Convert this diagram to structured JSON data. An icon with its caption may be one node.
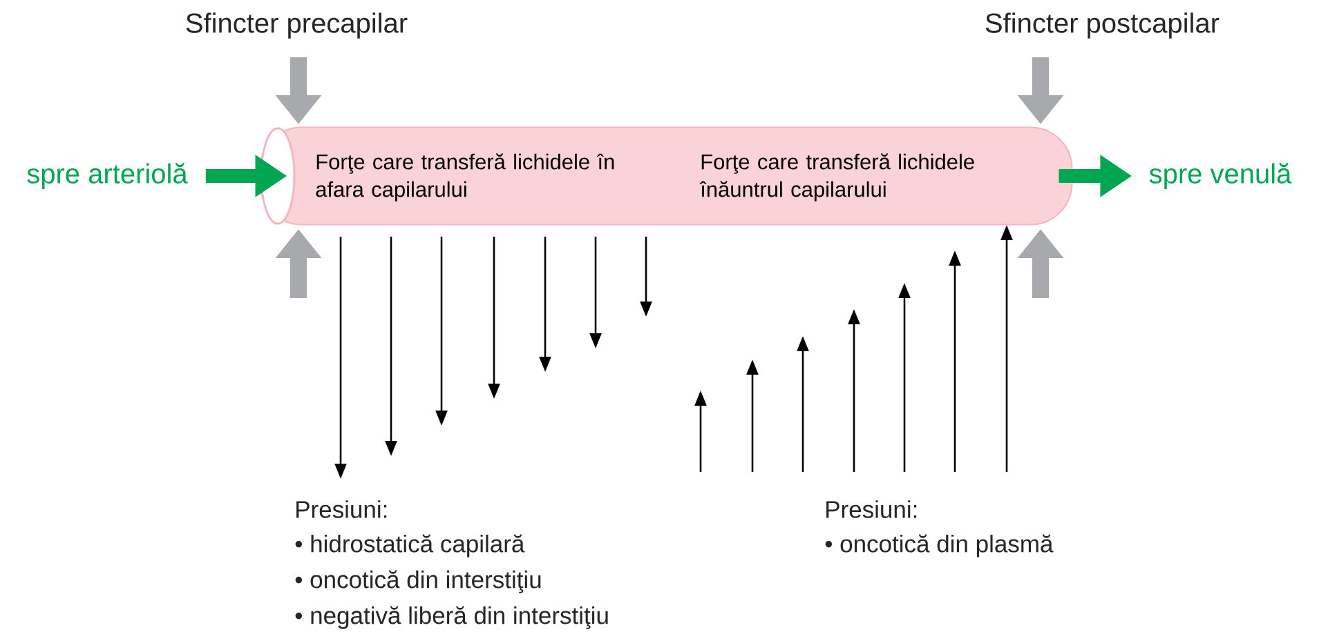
{
  "diagram": {
    "nodes": [
      {
        "text": [
          "spre arteriolă"
        ]
      },
      {
        "text": [
          "Forţe care transferă lichidele în afara capilarului",
          "Forţe care transferă lichidele înăuntrul capilarului"
        ]
      },
      {
        "text": [
          "spre venulă"
        ]
      }
    ],
    "edges": [
      {
        "from": 0,
        "to": 1,
        "arrow": "to"
      },
      {
        "from": 1,
        "to": 2,
        "arrow": "to"
      }
    ],
    "labels": [
      "Sfincter precapilar",
      "Sfincter postcapilar",
      "Presiuni:",
      "• hidrostatică capilară",
      "• oncotică din interstiţiu",
      "• negativă liberă din interstiţiu",
      "Presiuni:",
      "• oncotică din plasmă"
    ]
  }
}
